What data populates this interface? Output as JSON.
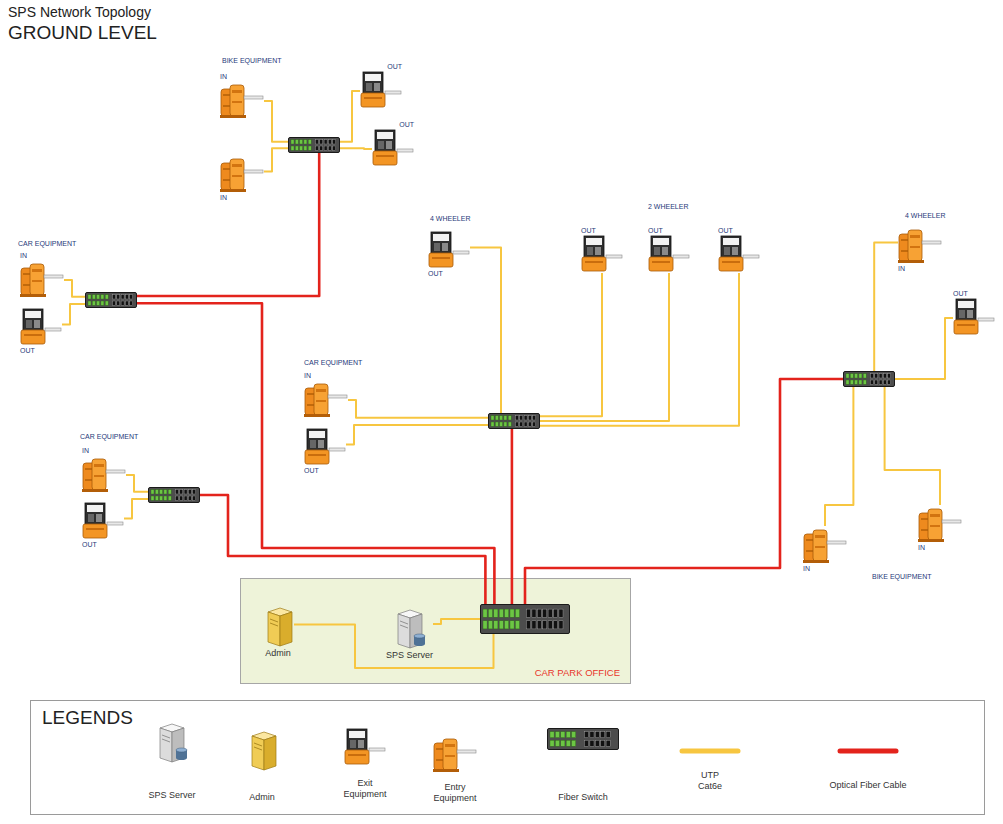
{
  "diagram": {
    "title": "SPS Network Topology",
    "nodes": [
      {
        "text": [
          "IN"
        ]
      },
      {
        "text": [
          "IN"
        ]
      },
      {
        "text": [
          "OUT"
        ]
      },
      {
        "text": [
          "OUT"
        ]
      },
      {
        "text": []
      },
      {
        "text": [
          "IN"
        ]
      },
      {
        "text": [
          "OUT"
        ]
      },
      {
        "text": []
      },
      {
        "text": [
          "OUT"
        ]
      },
      {
        "text": [
          "OUT"
        ]
      },
      {
        "text": [
          "OUT"
        ]
      },
      {
        "text": [
          "OUT"
        ]
      },
      {
        "text": [
          "IN"
        ]
      },
      {
        "text": [
          "OUT"
        ]
      },
      {
        "text": []
      },
      {
        "text": [
          "IN"
        ]
      },
      {
        "text": [
          "OUT"
        ]
      },
      {
        "text": []
      },
      {
        "text": [
          "IN"
        ]
      },
      {
        "text": [
          "OUT"
        ]
      },
      {
        "text": [
          "IN"
        ]
      },
      {
        "text": [
          "IN"
        ]
      },
      {
        "text": []
      },
      {
        "text": [
          "CAR PARK OFFICE"
        ]
      },
      {
        "text": [
          "Admin"
        ],
        "in": 23
      },
      {
        "text": [
          "SPS Server"
        ],
        "in": 23
      },
      {
        "text": [],
        "in": 23
      }
    ],
    "edges": [
      {
        "from": 0,
        "to": 4,
        "arrow": "none"
      },
      {
        "from": 1,
        "to": 4,
        "arrow": "none"
      },
      {
        "from": 2,
        "to": 4,
        "arrow": "none"
      },
      {
        "from": 3,
        "to": 4,
        "arrow": "none"
      },
      {
        "from": 4,
        "to": 7,
        "arrow": "none"
      },
      {
        "from": 5,
        "to": 7,
        "arrow": "none"
      },
      {
        "from": 6,
        "to": 7,
        "arrow": "none"
      },
      {
        "from": 7,
        "to": 26,
        "arrow": "none"
      },
      {
        "from": 8,
        "to": 14,
        "arrow": "none"
      },
      {
        "from": 9,
        "to": 14,
        "arrow": "none"
      },
      {
        "from": 10,
        "to": 14,
        "arrow": "none"
      },
      {
        "from": 11,
        "to": 14,
        "arrow": "none"
      },
      {
        "from": 12,
        "to": 14,
        "arrow": "none"
      },
      {
        "from": 13,
        "to": 14,
        "arrow": "none"
      },
      {
        "from": 14,
        "to": 26,
        "arrow": "none"
      },
      {
        "from": 15,
        "to": 17,
        "arrow": "none"
      },
      {
        "from": 16,
        "to": 17,
        "arrow": "none"
      },
      {
        "from": 17,
        "to": 26,
        "arrow": "none"
      },
      {
        "from": 18,
        "to": 22,
        "arrow": "none"
      },
      {
        "from": 19,
        "to": 22,
        "arrow": "none"
      },
      {
        "from": 20,
        "to": 22,
        "arrow": "none"
      },
      {
        "from": 21,
        "to": 22,
        "arrow": "none"
      },
      {
        "from": 22,
        "to": 26,
        "arrow": "none"
      },
      {
        "from": 24,
        "to": 26,
        "arrow": "none"
      },
      {
        "from": 25,
        "to": 26,
        "arrow": "none"
      }
    ],
    "labels": [
      "GROUND LEVEL",
      "BIKE EQUIPMENT",
      "2 WHEELER",
      "4 WHEELER",
      "4 WHEELER",
      "CAR EQUIPMENT",
      "CAR EQUIPMENT",
      "CAR EQUIPMENT",
      "BIKE EQUIPMENT",
      "LEGENDS"
    ],
    "legend": [
      {
        "text": "SPS Server"
      },
      {
        "text": "Admin"
      },
      {
        "text": "Exit Equipment"
      },
      {
        "text": "Entry Equipment"
      },
      {
        "text": "Fiber Switch"
      },
      {
        "text": "UTP Cat6e"
      },
      {
        "text": "Optical Fiber Cable"
      }
    ]
  }
}
